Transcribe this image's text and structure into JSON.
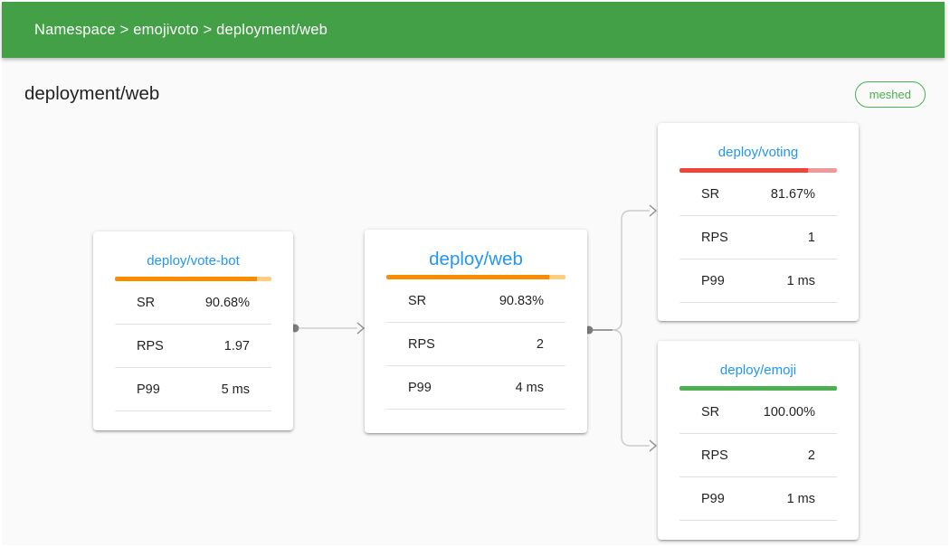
{
  "app": {
    "breadcrumb": "Namespace > emojivoto > deployment/web",
    "page_title": "deployment/web",
    "meshed_badge": "meshed"
  },
  "colors": {
    "header_bg": "#43A047",
    "badge_green": "#4CAF50",
    "title_blue": "#2196F3",
    "success_orange": "#FB8C00",
    "success_orange_light": "#FFCC80",
    "success_red": "#F44336",
    "success_red_light": "#EF9A9A",
    "success_green": "#4CAF50",
    "success_green_light": "#A5D6A7"
  },
  "nodes": [
    {
      "id": "vote-bot",
      "title": "deploy/vote-bot",
      "focal": false,
      "bar": {
        "percent": 90.68,
        "color": "#FB8C00",
        "track": "#FFCC80"
      },
      "metrics": [
        {
          "label": "SR",
          "value": "90.68%"
        },
        {
          "label": "RPS",
          "value": "1.97"
        },
        {
          "label": "P99",
          "value": "5 ms"
        }
      ]
    },
    {
      "id": "web",
      "title": "deploy/web",
      "focal": true,
      "bar": {
        "percent": 90.83,
        "color": "#FB8C00",
        "track": "#FFCC80"
      },
      "metrics": [
        {
          "label": "SR",
          "value": "90.83%"
        },
        {
          "label": "RPS",
          "value": "2"
        },
        {
          "label": "P99",
          "value": "4 ms"
        }
      ]
    },
    {
      "id": "voting",
      "title": "deploy/voting",
      "focal": false,
      "bar": {
        "percent": 81.67,
        "color": "#F44336",
        "track": "#EF9A9A"
      },
      "metrics": [
        {
          "label": "SR",
          "value": "81.67%"
        },
        {
          "label": "RPS",
          "value": "1"
        },
        {
          "label": "P99",
          "value": "1 ms"
        }
      ]
    },
    {
      "id": "emoji",
      "title": "deploy/emoji",
      "focal": false,
      "bar": {
        "percent": 100,
        "color": "#4CAF50",
        "track": "#A5D6A7"
      },
      "metrics": [
        {
          "label": "SR",
          "value": "100.00%"
        },
        {
          "label": "RPS",
          "value": "2"
        },
        {
          "label": "P99",
          "value": "1 ms"
        }
      ]
    }
  ],
  "edges": [
    {
      "from": "deploy/vote-bot",
      "to": "deploy/web"
    },
    {
      "from": "deploy/web",
      "to": "deploy/voting"
    },
    {
      "from": "deploy/web",
      "to": "deploy/emoji"
    }
  ]
}
